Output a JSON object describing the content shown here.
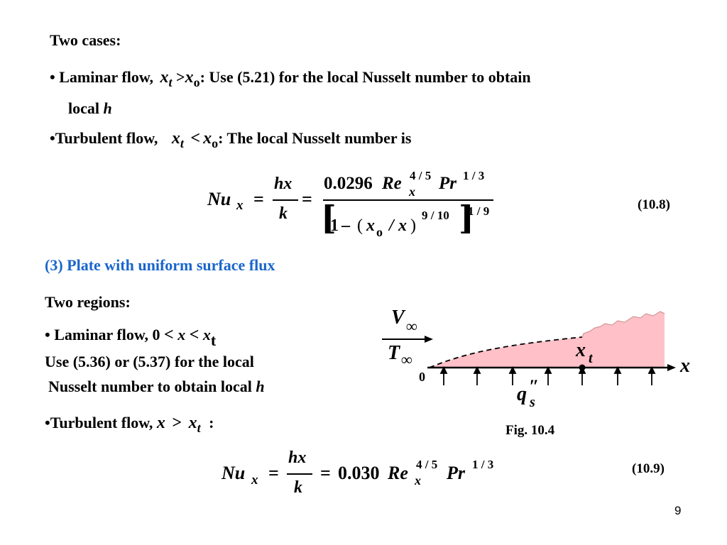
{
  "top": {
    "two_cases": "Two cases:",
    "bullet1_prefix": "• Laminar flow,",
    "bullet1_cond": {
      "x": "x",
      "t": "t",
      "gt": ">",
      "x2": "x",
      "o": "o"
    },
    "bullet1_text": ": Use (5.21) for the local Nusselt number to obtain",
    "bullet1_line2": "local",
    "bullet1_h": "h",
    "bullet2_prefix": "•Turbulent flow,",
    "bullet2_cond": {
      "x": "x",
      "t": "t",
      "lt": "<",
      "x2": "x",
      "o": "o"
    },
    "bullet2_text": ": The local Nusselt number is"
  },
  "eq108": {
    "nu": "Nu",
    "nu_sub": "x",
    "eq1": "=",
    "hx": "hx",
    "k": "k",
    "eq2": "=",
    "coef": "0.0296",
    "re": "Re",
    "re_sub": "x",
    "re_exp": "4 / 5",
    "pr": "Pr",
    "pr_exp": "1 / 3",
    "den_one": "1",
    "den_minus": "–",
    "den_lp": "(",
    "den_x": "x",
    "den_o": "o",
    "den_slash": "/",
    "den_x2": "x",
    "den_rp": ")",
    "den_exp": "9 / 10",
    "bracket_exp": "1 / 9",
    "number": "(10.8)"
  },
  "section": {
    "heading": "(3) Plate with uniform surface flux",
    "two_regions": "Two regions:",
    "lam_prefix": "• Laminar flow, 0",
    "lam_lt1": "<",
    "lam_x": "x",
    "lam_lt2": "<",
    "lam_xt": "x",
    "lam_t": "t",
    "lam_line2": "Use (5.36) or (5.37) for the local",
    "lam_line3": "Nusselt number to obtain local",
    "lam_h": "h",
    "turb_prefix": "•Turbulent flow,",
    "turb_x": "x",
    "turb_gt": ">",
    "turb_xt": "x",
    "turb_t": "t",
    "turb_colon": ":"
  },
  "figure": {
    "v": "V",
    "inf1": "∞",
    "T": "T",
    "inf2": "∞",
    "xt": "x",
    "xt_sub": "t",
    "x_axis": "x",
    "origin": "0",
    "q": "q",
    "q_prime": "″",
    "q_sub": "s",
    "caption": "Fig. 10.4",
    "colors": {
      "fill": "#ffc0c8",
      "stroke": "#000000"
    }
  },
  "eq109": {
    "nu": "Nu",
    "nu_sub": "x",
    "eq1": "=",
    "hx": "hx",
    "k": "k",
    "eq2": "=",
    "rhs": "0.030",
    "re": "Re",
    "re_sub": "x",
    "re_exp": "4 / 5",
    "pr": "Pr",
    "pr_exp": "1 / 3",
    "number": "(10.9)"
  },
  "page_number": "9"
}
